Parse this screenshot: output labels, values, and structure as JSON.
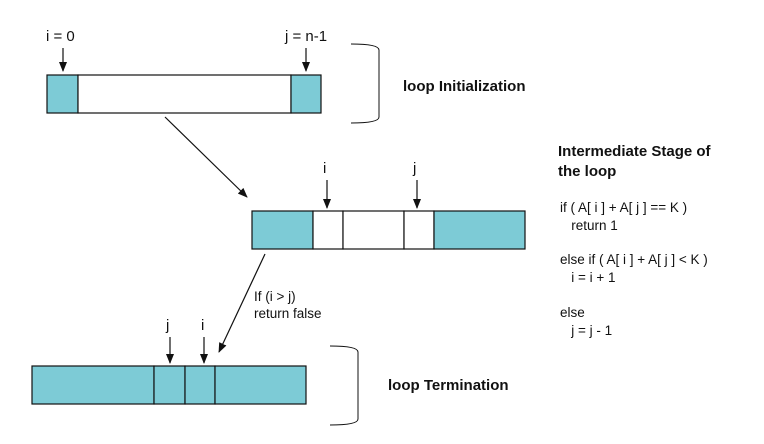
{
  "colors": {
    "teal": "#7DCBD6",
    "white": "#ffffff",
    "stroke": "#111111"
  },
  "init": {
    "label_i": "i = 0",
    "label_j": "j = n-1",
    "title": "loop Initialization"
  },
  "intermediate": {
    "label_i": "i",
    "label_j": "j",
    "title_line1": "Intermediate Stage of",
    "title_line2": "the loop",
    "code": [
      "if ( A[ i ] + A[ j ] == K )",
      "   return 1",
      "else if ( A[ i ] + A[ j ] < K )",
      "   i = i + 1",
      "else",
      "   j = j - 1"
    ]
  },
  "termination": {
    "label_j": "j",
    "label_i": "i",
    "condition_line1": "If (i > j)",
    "condition_line2": "return false",
    "title": "loop Termination"
  }
}
